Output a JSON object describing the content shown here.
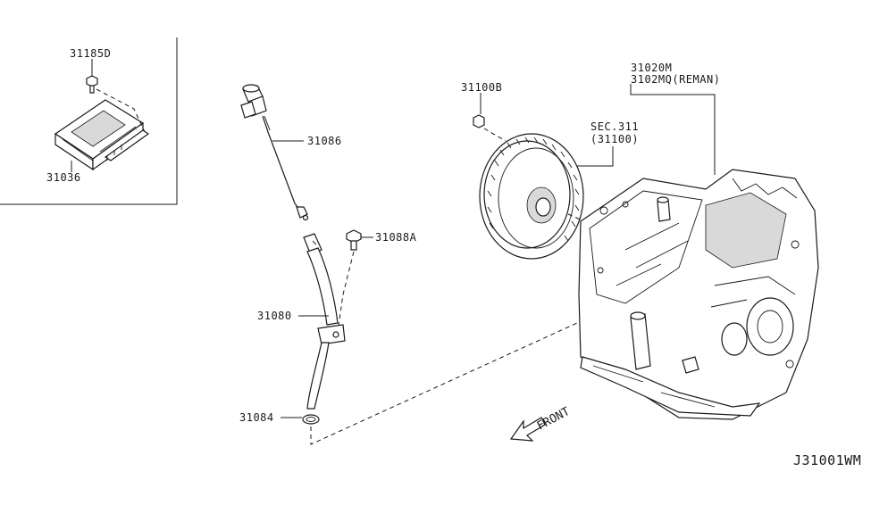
{
  "labels": {
    "bolt_31185d": "31185D",
    "control_unit_31036": "31036",
    "harness_31086": "31086",
    "bolt_31088a": "31088A",
    "tube_31080": "31080",
    "oring_31084": "31084",
    "nut_31100b": "31100B",
    "sec_line1": "SEC.311",
    "sec_line2": "(31100)",
    "transaxle_line1": "31020M",
    "transaxle_line2": "3102MQ(REMAN)",
    "front": "FRONT",
    "diagram_ref": "J31001WM"
  }
}
